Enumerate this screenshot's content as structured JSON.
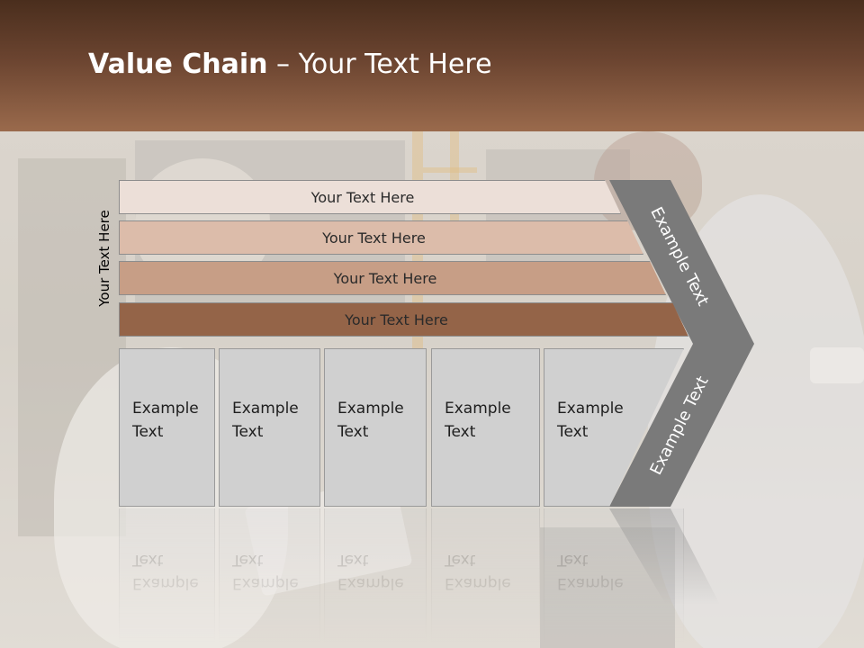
{
  "slide": {
    "title_bold": "Value Chain",
    "title_rest": " – Your Text Here",
    "side_label": "Your Text Here"
  },
  "bars": [
    {
      "label": "Your Text Here",
      "color": "#ecdfd8"
    },
    {
      "label": "Your Text Here",
      "color": "#dcbcaa"
    },
    {
      "label": "Your Text Here",
      "color": "#c79e86"
    },
    {
      "label": "Your Text Here",
      "color": "#946448"
    }
  ],
  "boxes": [
    {
      "line1": "Example",
      "line2": "Text"
    },
    {
      "line1": "Example",
      "line2": "Text"
    },
    {
      "line1": "Example",
      "line2": "Text"
    },
    {
      "line1": "Example",
      "line2": "Text"
    },
    {
      "line1": "Example",
      "line2": "Text"
    }
  ],
  "chevron": {
    "upper_label": "Example Text",
    "lower_label": "Example Text",
    "color": "#7a7a7a"
  }
}
